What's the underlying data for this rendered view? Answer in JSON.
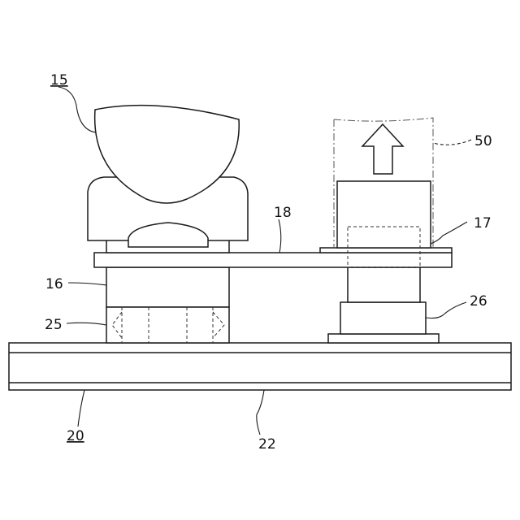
{
  "diagram": {
    "labels": {
      "ref_15": "15",
      "ref_16": "16",
      "ref_17": "17",
      "ref_18": "18",
      "ref_20": "20",
      "ref_22": "22",
      "ref_25": "25",
      "ref_26": "26",
      "ref_50": "50"
    }
  }
}
